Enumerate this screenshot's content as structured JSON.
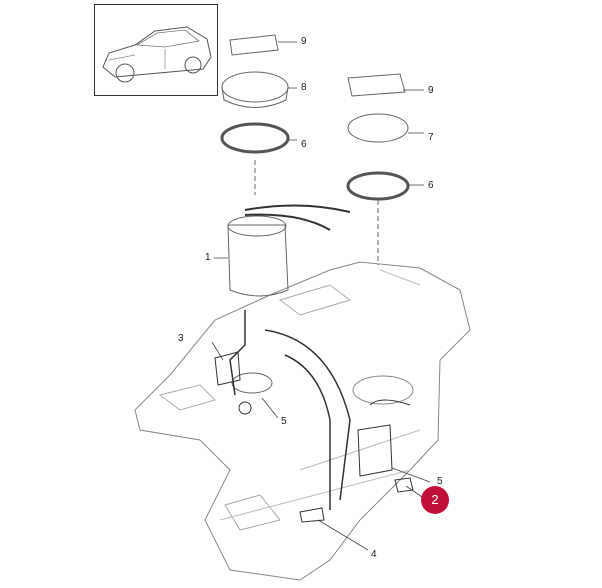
{
  "diagram": {
    "callouts": [
      {
        "id": "c9a",
        "text": "9"
      },
      {
        "id": "c8",
        "text": "8"
      },
      {
        "id": "c6a",
        "text": "6"
      },
      {
        "id": "c9b",
        "text": "9"
      },
      {
        "id": "c7",
        "text": "7"
      },
      {
        "id": "c6b",
        "text": "6"
      },
      {
        "id": "c1",
        "text": "1"
      },
      {
        "id": "c3",
        "text": "3"
      },
      {
        "id": "c5a",
        "text": "5"
      },
      {
        "id": "c5b",
        "text": "5"
      },
      {
        "id": "c4",
        "text": "4"
      }
    ],
    "highlight": {
      "text": "2",
      "color": "#c0103a"
    }
  }
}
